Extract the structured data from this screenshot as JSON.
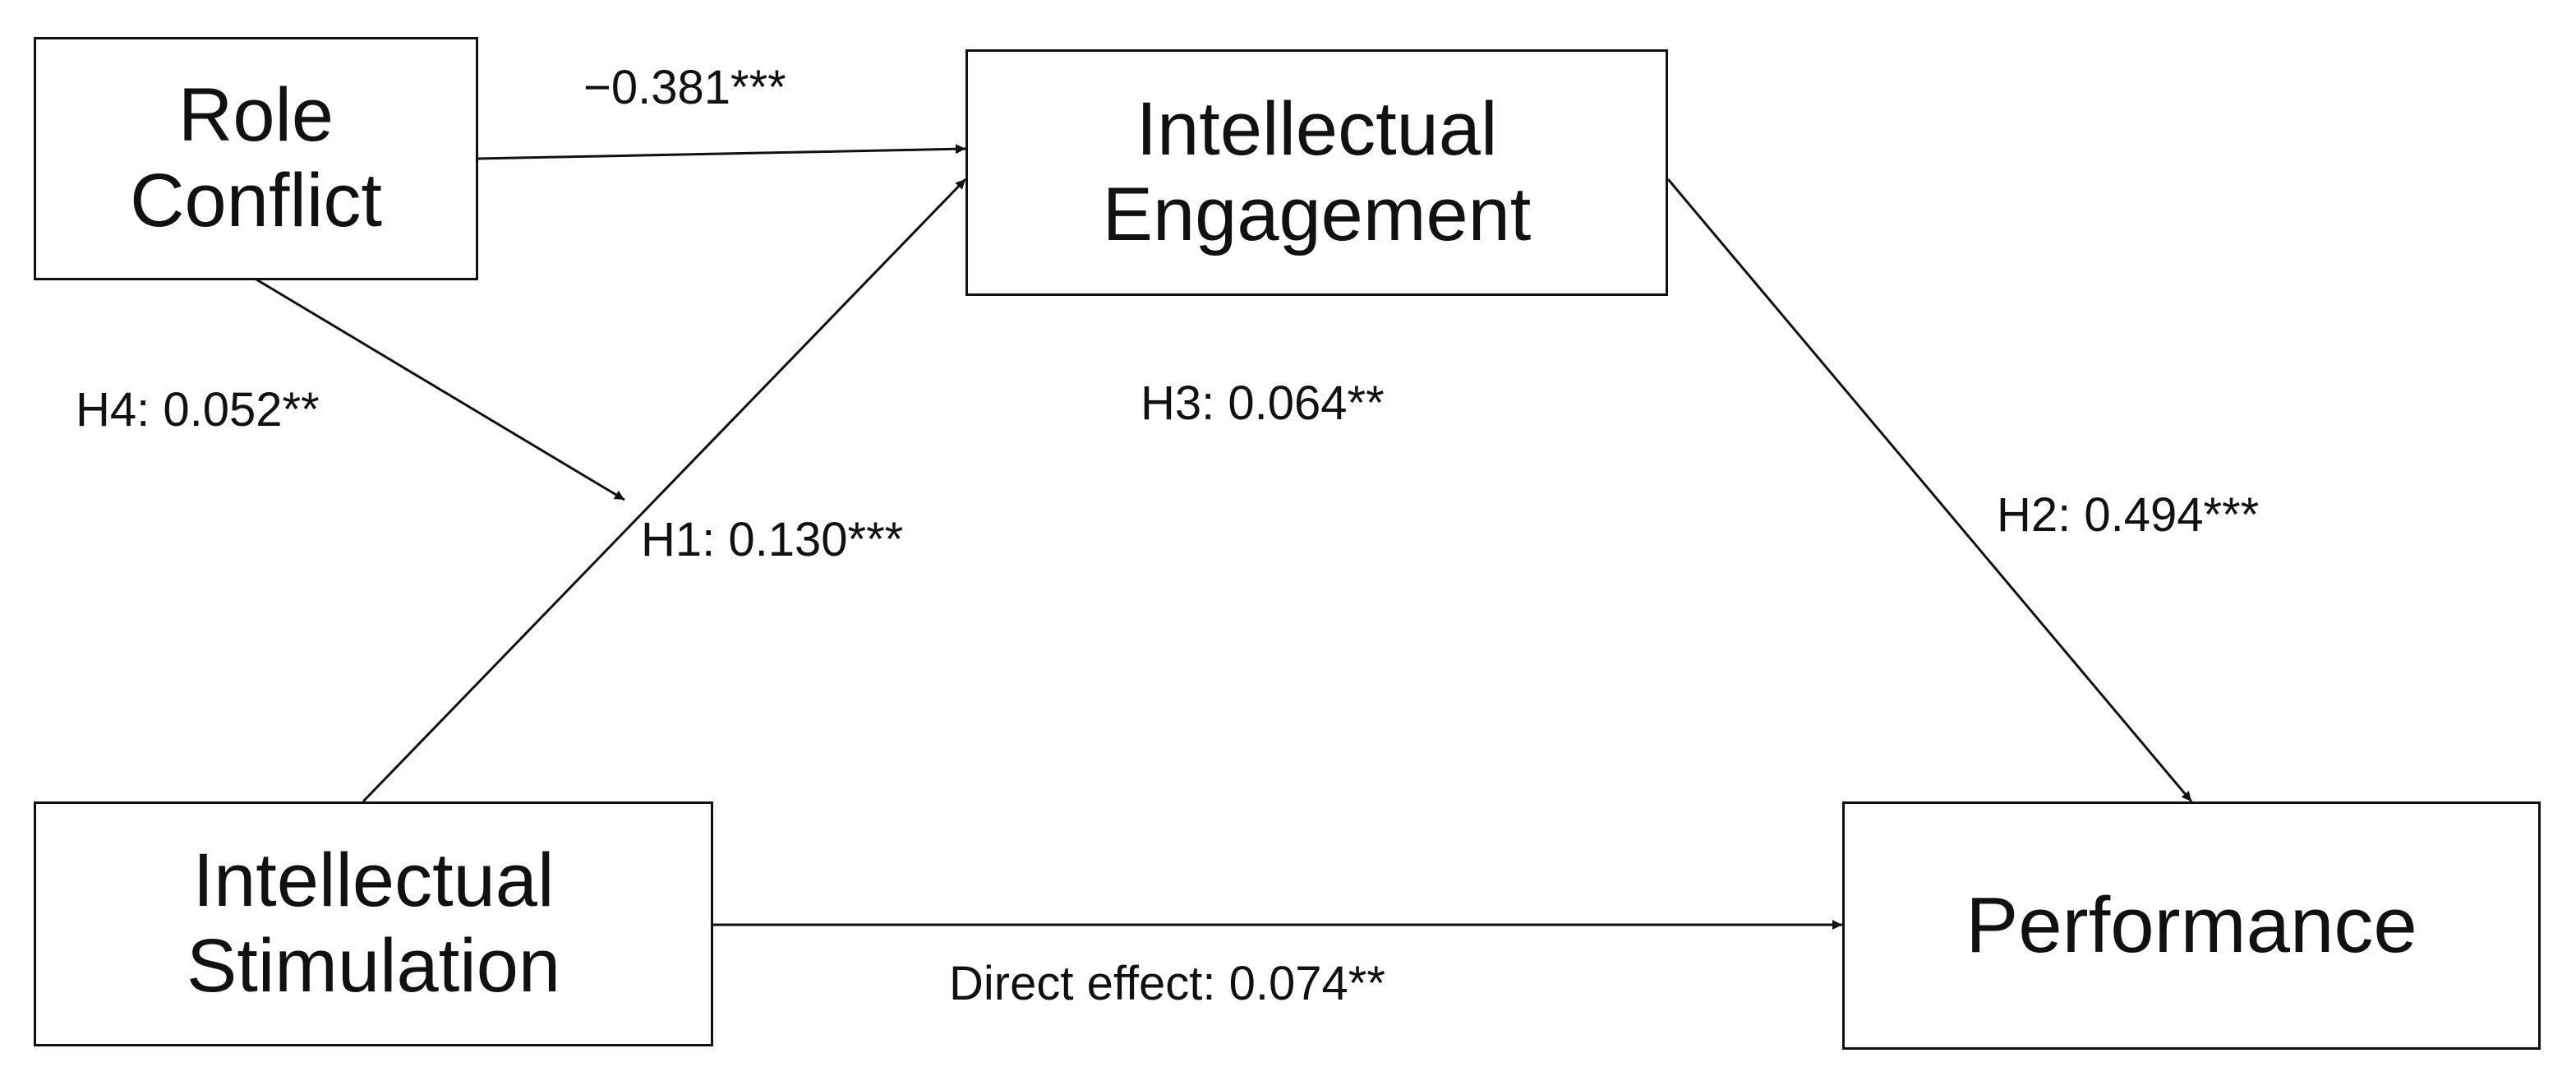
{
  "nodes": {
    "role_conflict": {
      "line1": "Role",
      "line2": "Conflict"
    },
    "intellectual_engagement": {
      "line1": "Intellectual",
      "line2": "Engagement"
    },
    "intellectual_stimulation": {
      "line1": "Intellectual",
      "line2": "Stimulation"
    },
    "performance": {
      "line1": "Performance"
    }
  },
  "edges": {
    "rc_to_ie": "−0.381***",
    "h4": "H4: 0.052**",
    "h1": "H1: 0.130***",
    "h3": "H3: 0.064**",
    "h2": "H2: 0.494***",
    "direct": "Direct effect: 0.074**"
  },
  "colors": {
    "line": "#111111",
    "background": "#ffffff"
  }
}
